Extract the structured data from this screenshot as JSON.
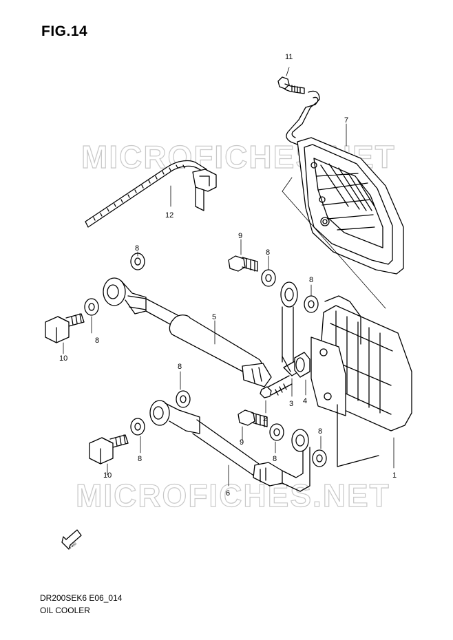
{
  "figure": {
    "title": "FIG.14",
    "code": "DR200SEK6 E06_014",
    "name": "OIL COOLER"
  },
  "watermark": "MICROFICHES.NET",
  "direction_arrow": "FWD",
  "callouts": {
    "c1": "1",
    "c2": "2",
    "c3": "3",
    "c4": "4",
    "c5": "5",
    "c6": "6",
    "c7": "7",
    "c8a": "8",
    "c8b": "8",
    "c8c": "8",
    "c8d": "8",
    "c8e": "8",
    "c8f": "8",
    "c8g": "8",
    "c8h": "8",
    "c9a": "9",
    "c9b": "9",
    "c10a": "10",
    "c10b": "10",
    "c11": "11",
    "c12": "12"
  },
  "colors": {
    "line": "#000000",
    "watermark": "#c8c8c8",
    "background": "#ffffff"
  }
}
